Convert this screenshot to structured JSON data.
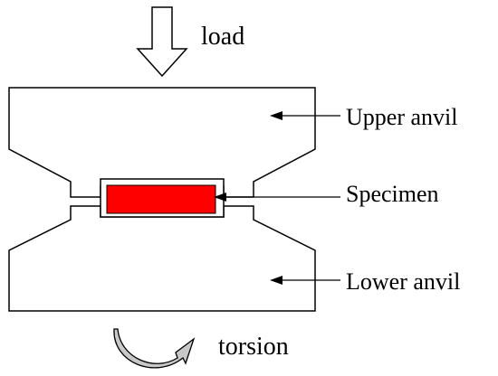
{
  "labels": {
    "load": "load",
    "upper_anvil": "Upper anvil",
    "specimen": "Specimen",
    "lower_anvil": "Lower anvil",
    "torsion": "torsion"
  },
  "colors": {
    "specimen_fill": "#ff0000",
    "line": "#000000",
    "torsion_arrow_fill": "#c8c8c8"
  }
}
